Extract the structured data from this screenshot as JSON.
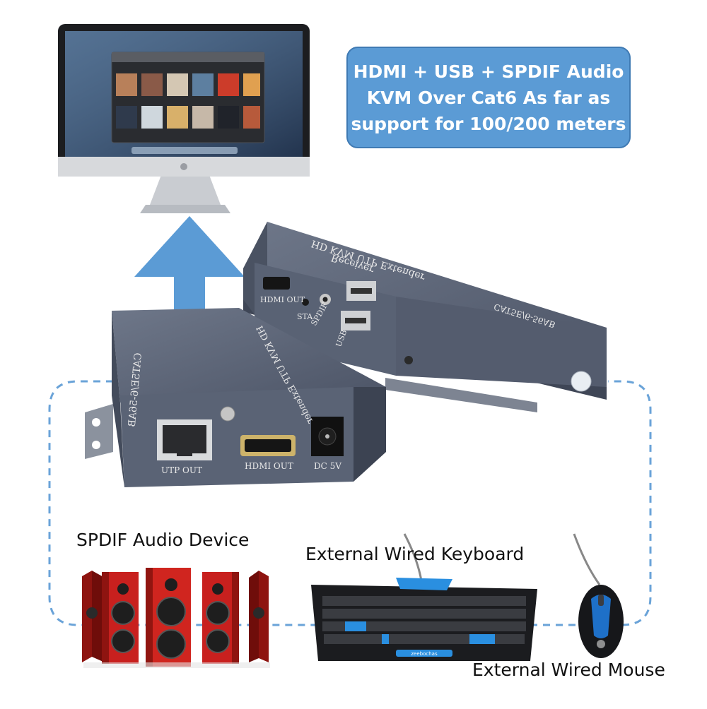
{
  "callout": {
    "line1": "HDMI + USB + SPDIF Audio",
    "line2": "KVM Over  Cat6 As far as",
    "line3": "support for 100/200 meters"
  },
  "captions": {
    "spdif": "SPDIF Audio Device",
    "keyboard": "External Wired Keyboard",
    "mouse": "External Wired Mouse"
  },
  "transmitter": {
    "port1": "UTP OUT",
    "port2": "HDMI OUT",
    "port3": "DC 5V",
    "model": "CAT5E/6-56AB",
    "side": "HD KVM UTP Extender"
  },
  "receiver": {
    "port1": "HDMI OUT",
    "port2": "STA",
    "port3": "SPDIF",
    "port4": "USB",
    "model": "CAT5E/6-56AB",
    "side_line1": "HD KVM UTP Extender",
    "side_line2": "Receiver"
  },
  "keyboard_brand": "zeebochas",
  "colors": {
    "callout_fill": "#5b9bd5",
    "arrow": "#5b9bd5",
    "device_body": "#525b6e",
    "speaker_red": "#c8201e",
    "keyboard_accent": "#2a8fe0"
  }
}
